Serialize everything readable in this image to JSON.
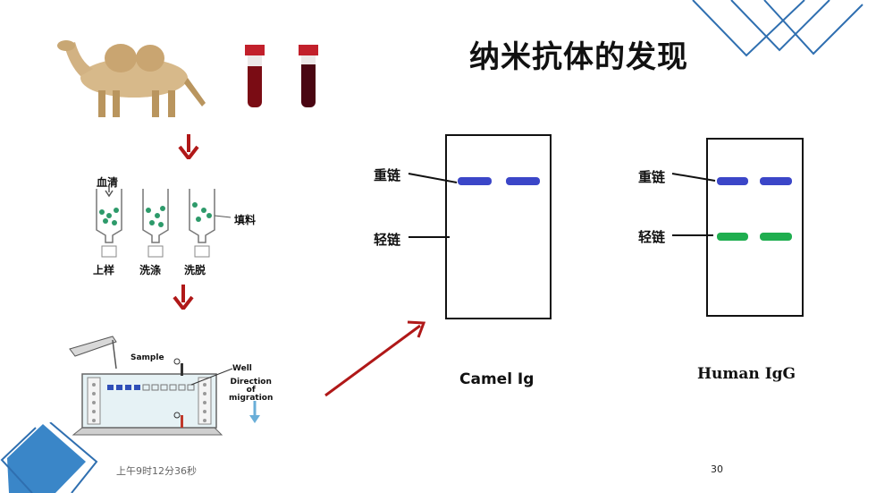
{
  "slide": {
    "title": "纳米抗体的发现",
    "timestamp": "上午9时12分36秒",
    "page_number": "30"
  },
  "column_steps": {
    "serum_label": "血清",
    "filler_label": "填料",
    "step_load": "上样",
    "step_wash": "洗涤",
    "step_elute": "洗脱"
  },
  "electrophoresis": {
    "sample_label": "Sample",
    "well_label": "Well",
    "direction_label": "Direction\nof\nmigration"
  },
  "gels": {
    "camel": {
      "heavy_chain_label": "重链",
      "light_chain_label": "轻链",
      "caption": "Camel Ig"
    },
    "human": {
      "heavy_chain_label": "重链",
      "light_chain_label": "轻链",
      "caption": "Human IgG"
    }
  },
  "colors": {
    "heavy_band": "#3b46c8",
    "light_band": "#1fae4f",
    "arrow_red": "#b01818",
    "accent_blue": "#3a86c8"
  }
}
